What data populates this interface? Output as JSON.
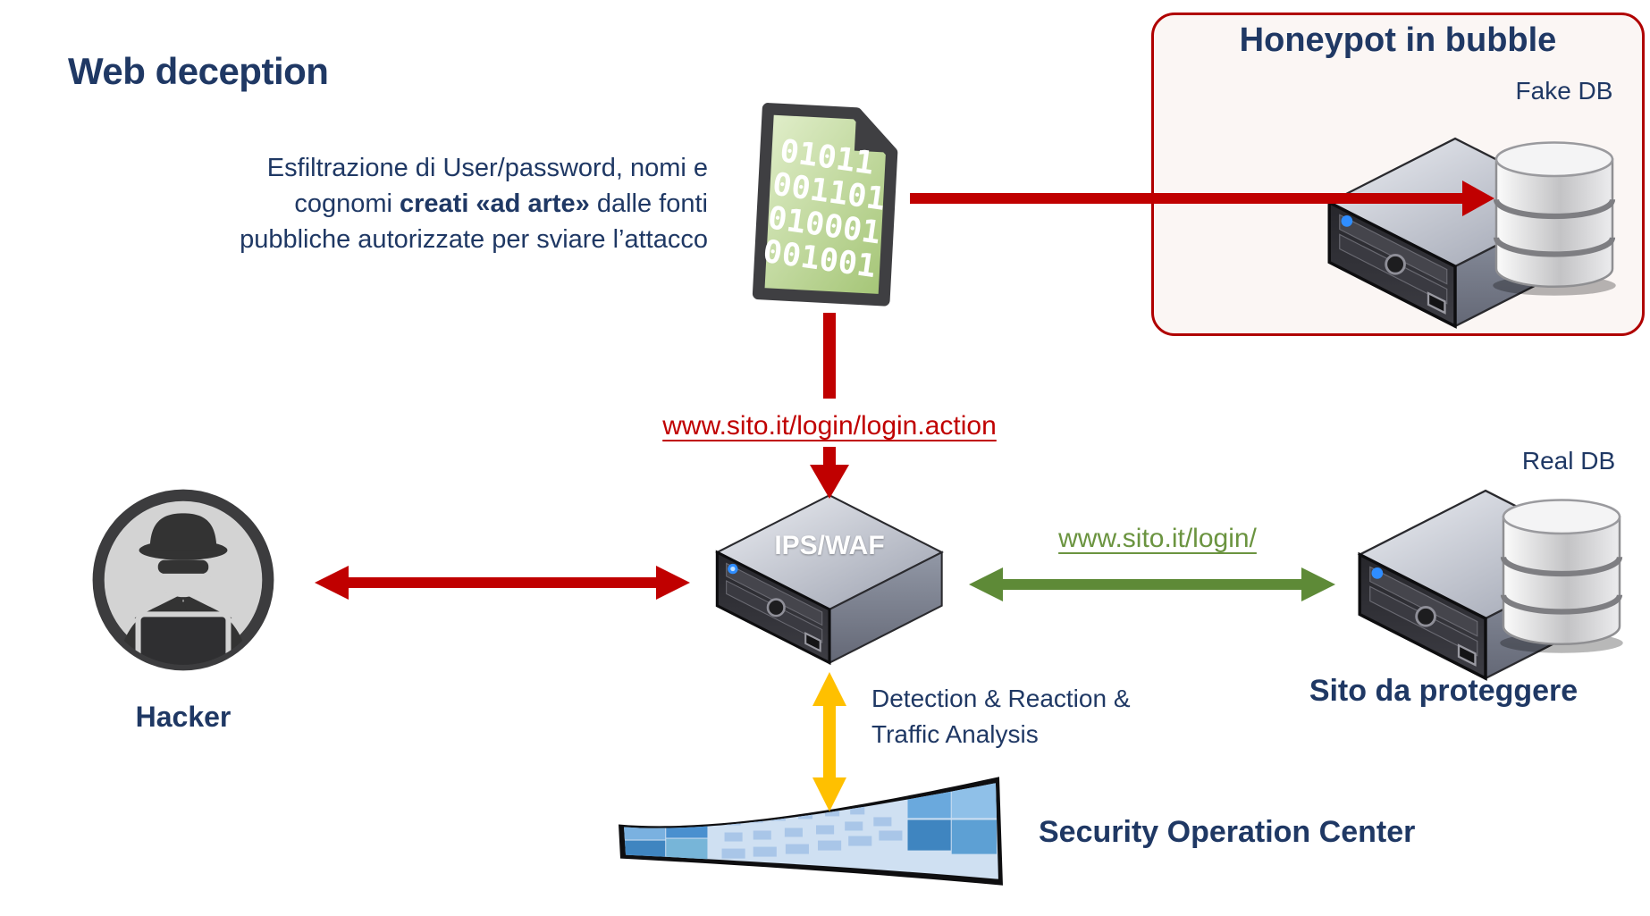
{
  "title": "Web deception",
  "description": {
    "line1": "Esfiltrazione di User/password, nomi e",
    "line2_pre": "cognomi ",
    "line2_bold": "creati «ad arte»",
    "line2_post": " dalle fonti",
    "line3": "pubbliche autorizzate per sviare l’attacco"
  },
  "honeypot": {
    "title": "Honeypot in bubble",
    "db_label": "Fake DB"
  },
  "binary_doc": {
    "rows": [
      "01011",
      "001101",
      "010001",
      "001001"
    ]
  },
  "links": {
    "attack_url": "www.sito.it/login/login.action",
    "legit_url": "www.sito.it/login/"
  },
  "nodes": {
    "hacker": "Hacker",
    "ips_waf": "IPS/WAF",
    "real_db": "Real DB",
    "protected_site": "Sito da proteggere",
    "soc": "Security Operation Center"
  },
  "annotations": {
    "detection_line1": "Detection & Reaction &",
    "detection_line2": "Traffic Analysis"
  },
  "colors": {
    "navy": "#1F3864",
    "red": "#C00000",
    "green": "#5E8A37",
    "green_link": "#6B9440",
    "yellow": "#FFC000",
    "box_bg": "#FBF6F4",
    "box_border": "#B00000"
  }
}
